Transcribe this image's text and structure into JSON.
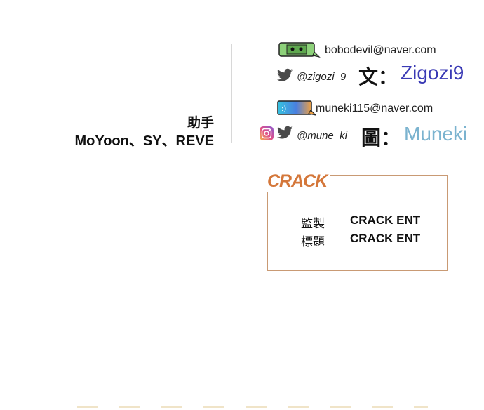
{
  "assistants": {
    "title": "助手",
    "names": "MoYoon、SY、REVE"
  },
  "writer": {
    "email": "bobodevil@naver.com",
    "handle": "@zigozi_9",
    "role": "文：",
    "name": "Zigozi9"
  },
  "artist": {
    "email": "muneki115@naver.com",
    "handle": "@mune_ki_",
    "role": "圖：",
    "name": "Muneki"
  },
  "credits": {
    "logo": "CRACK",
    "rows": [
      {
        "label": "監製",
        "value": "CRACK ENT"
      },
      {
        "label": "標題",
        "value": "CRACK ENT"
      }
    ]
  },
  "colors": {
    "writer_accent": "#3a3ab5",
    "artist_accent": "#7bb3cf",
    "logo": "#d4773a",
    "box_border": "#c99a74"
  },
  "icons": [
    "mail-chat-icon-writer",
    "twitter-icon",
    "mail-chat-icon-artist",
    "instagram-icon"
  ]
}
